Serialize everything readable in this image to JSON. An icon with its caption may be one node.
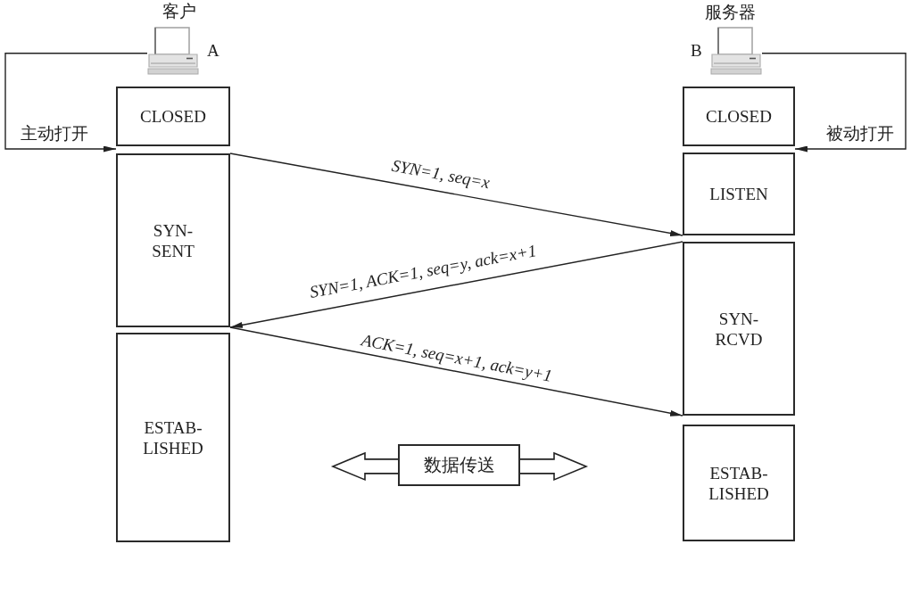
{
  "diagram": {
    "nodes": [
      {
        "text": [],
        "shape": "picture",
        "beside": [
          "客户",
          "A"
        ]
      },
      {
        "text": [
          "CLOSED"
        ]
      },
      {
        "text": [
          "SYN- SENT"
        ]
      },
      {
        "text": [
          "ESTAB- LISHED"
        ]
      },
      {
        "text": [],
        "shape": "picture",
        "beside": [
          "服务器",
          "B"
        ]
      },
      {
        "text": [
          "CLOSED"
        ]
      },
      {
        "text": [
          "LISTEN"
        ]
      },
      {
        "text": [
          "SYN- RCVD"
        ]
      },
      {
        "text": [
          "ESTAB- LISHED"
        ]
      },
      {
        "text": [
          "数据传送"
        ]
      }
    ],
    "edges": [
      {
        "from": 0,
        "to": 1,
        "arrow": "to",
        "label": "主动打开"
      },
      {
        "from": 4,
        "to": 5,
        "arrow": "to",
        "label": "被动打开"
      },
      {
        "from": 2,
        "to": 6,
        "arrow": "to",
        "label": "SYN=1, seq=x"
      },
      {
        "from": 7,
        "to": 2,
        "arrow": "to",
        "label": "SYN=1, ACK=1, seq=y, ack=x+1"
      },
      {
        "from": 2,
        "to": 7,
        "arrow": "to",
        "label": "ACK=1, seq=x+1, ack=y+1"
      },
      {
        "from": 9,
        "to": null,
        "arrow": "to",
        "style": "thick"
      },
      {
        "from": 9,
        "to": null,
        "arrow": "to",
        "style": "thick"
      }
    ]
  }
}
